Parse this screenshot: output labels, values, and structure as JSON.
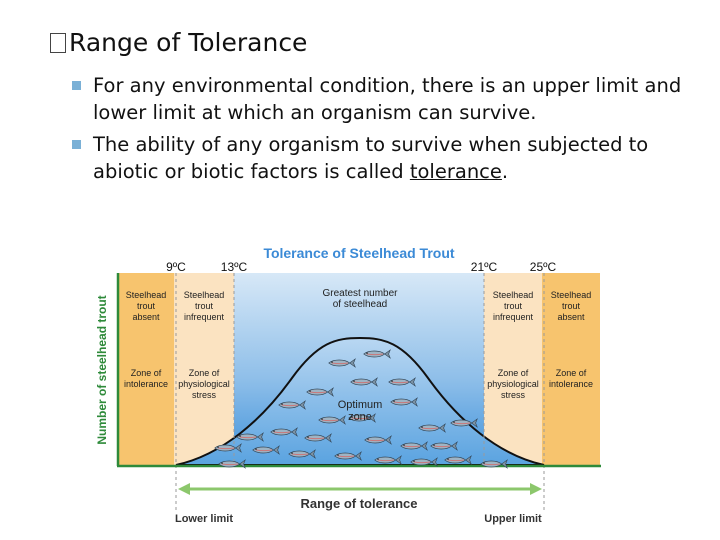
{
  "slide": {
    "title": "Range of Tolerance",
    "bullets": [
      {
        "text": "For any environmental condition, there is an upper limit and lower limit at which an organism can survive."
      },
      {
        "text_before": "The ability of any organism to survive when subjected to abiotic or biotic factors is called ",
        "term": "tolerance",
        "text_after": "."
      }
    ]
  },
  "diagram": {
    "title": "Tolerance of Steelhead Trout",
    "temps": [
      "9ºC",
      "13ºC",
      "21ºC",
      "25ºC"
    ],
    "y_axis_label": "Number of steelhead trout",
    "left_absent": [
      "Steelhead",
      "trout",
      "absent"
    ],
    "left_infrequent": [
      "Steelhead",
      "trout",
      "infrequent"
    ],
    "right_infrequent": [
      "Steelhead",
      "trout",
      "infrequent"
    ],
    "right_absent": [
      "Steelhead",
      "trout",
      "absent"
    ],
    "left_intolerance": [
      "Zone of",
      "intolerance"
    ],
    "left_stress": [
      "Zone of",
      "physiological",
      "stress"
    ],
    "right_stress": [
      "Zone of",
      "physiological",
      "stress"
    ],
    "right_intolerance": [
      "Zone of",
      "intolerance"
    ],
    "greatest": [
      "Greatest number",
      "of steelhead"
    ],
    "optimum": [
      "Optimum",
      "zone"
    ],
    "range_label": "Range of tolerance",
    "lower_limit": "Lower limit",
    "upper_limit": "Upper limit",
    "colors": {
      "intolerance": "#f7c46e",
      "stress": "#fbe3c1",
      "optimum_top": "#cfe3f5",
      "optimum_bottom": "#2e86d6",
      "title": "#3b8ad6",
      "arrow": "#8cc76c",
      "axis": "#2e8a3a"
    }
  }
}
